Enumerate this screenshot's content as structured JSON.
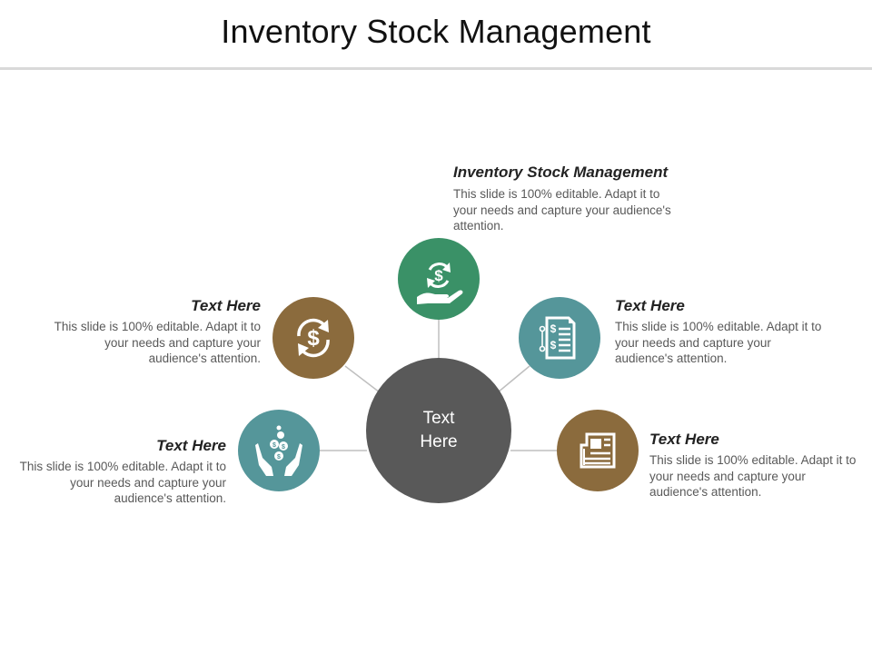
{
  "title": "Inventory Stock Management",
  "center": {
    "line1": "Text",
    "line2": "Here"
  },
  "nodes": [
    {
      "heading": "Inventory Stock Management",
      "description": "This slide is 100% editable. Adapt it to your needs and capture your audience's attention.",
      "color": "#3a9167",
      "icon": "hand-dollar-cycle-icon"
    },
    {
      "heading": "Text Here",
      "description": "This slide is 100% editable. Adapt it to your needs and capture your audience's attention.",
      "color": "#8b6b3d",
      "icon": "dollar-cycle-icon"
    },
    {
      "heading": "Text Here",
      "description": "This slide is 100% editable. Adapt it to your needs and capture your audience's attention.",
      "color": "#55969a",
      "icon": "price-list-icon"
    },
    {
      "heading": "Text Here",
      "description": "This slide is 100% editable. Adapt it to your needs and capture your audience's attention.",
      "color": "#55969a",
      "icon": "hands-coins-icon"
    },
    {
      "heading": "Text Here",
      "description": "This slide is 100% editable. Adapt it to your needs and capture your audience's attention.",
      "color": "#8b6b3d",
      "icon": "newspaper-icon"
    }
  ]
}
